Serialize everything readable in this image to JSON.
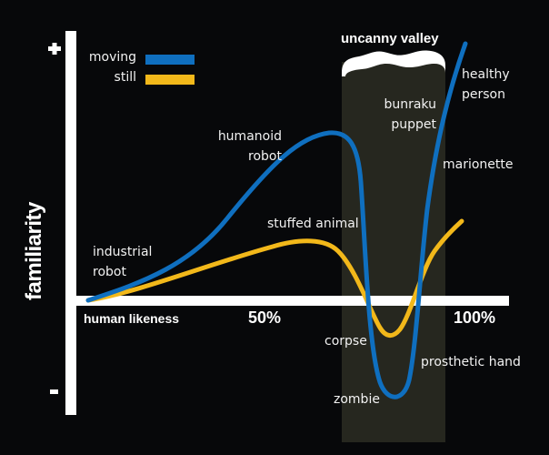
{
  "chart_data": {
    "type": "line",
    "title": "uncanny valley",
    "xlabel": "human likeness",
    "ylabel": "familiarity",
    "x_ticks": [
      "50%",
      "100%"
    ],
    "y_ticks": [
      "+",
      "-"
    ],
    "xlim": [
      0,
      100
    ],
    "ylim": [
      -1,
      1
    ],
    "grid": false,
    "legend_position": "top-left",
    "highlight_band": {
      "label": "uncanny valley",
      "x_range": [
        66,
        90
      ]
    },
    "series": [
      {
        "name": "moving",
        "color": "#0f6fbf",
        "points": [
          {
            "x": 0,
            "y": 0.0,
            "label": "industrial robot"
          },
          {
            "x": 50,
            "y": 0.35
          },
          {
            "x": 60,
            "y": 0.6,
            "label": "humanoid robot"
          },
          {
            "x": 73,
            "y": 0.58
          },
          {
            "x": 80,
            "y": -0.3
          },
          {
            "x": 84,
            "y": -0.65,
            "label": "zombie"
          },
          {
            "x": 88,
            "y": -0.2,
            "label": "prosthetic hand"
          },
          {
            "x": 93,
            "y": 0.45,
            "label": "marionette"
          },
          {
            "x": 95,
            "y": 0.75,
            "label": "bunraku puppet"
          },
          {
            "x": 100,
            "y": 0.95,
            "label": "healthy person"
          }
        ]
      },
      {
        "name": "still",
        "color": "#f2b81a",
        "points": [
          {
            "x": 0,
            "y": 0.0
          },
          {
            "x": 40,
            "y": 0.2
          },
          {
            "x": 62,
            "y": 0.25,
            "label": "stuffed animal"
          },
          {
            "x": 75,
            "y": 0.05
          },
          {
            "x": 82,
            "y": -0.25,
            "label": "corpse"
          },
          {
            "x": 90,
            "y": 0.0
          },
          {
            "x": 100,
            "y": 0.3
          }
        ]
      }
    ]
  },
  "axes": {
    "plus_sign": "+",
    "minus_sign": "-",
    "ylabel": "familiarity",
    "xlabel": "human likeness",
    "tick_50": "50%",
    "tick_100": "100%"
  },
  "legend": {
    "moving": {
      "label": "moving",
      "color": "#0f6fbf"
    },
    "still": {
      "label": "still",
      "color": "#f2b81a"
    }
  },
  "band": {
    "title": "uncanny valley",
    "color": "#26271f"
  },
  "annotations": {
    "industrial_robot": [
      "industrial",
      "robot"
    ],
    "humanoid_robot": [
      "humanoid",
      "robot"
    ],
    "stuffed_animal": "stuffed animal",
    "bunraku_puppet": [
      "bunraku",
      "puppet"
    ],
    "healthy_person": [
      "healthy",
      "person"
    ],
    "marionette": "marionette",
    "corpse": "corpse",
    "zombie": "zombie",
    "prosthetic_hand": "prosthetic hand"
  },
  "colors": {
    "background": "#07080a",
    "axis": "#ffffff",
    "moving": "#0f6fbf",
    "still": "#f2b81a",
    "band": "#26271f"
  }
}
